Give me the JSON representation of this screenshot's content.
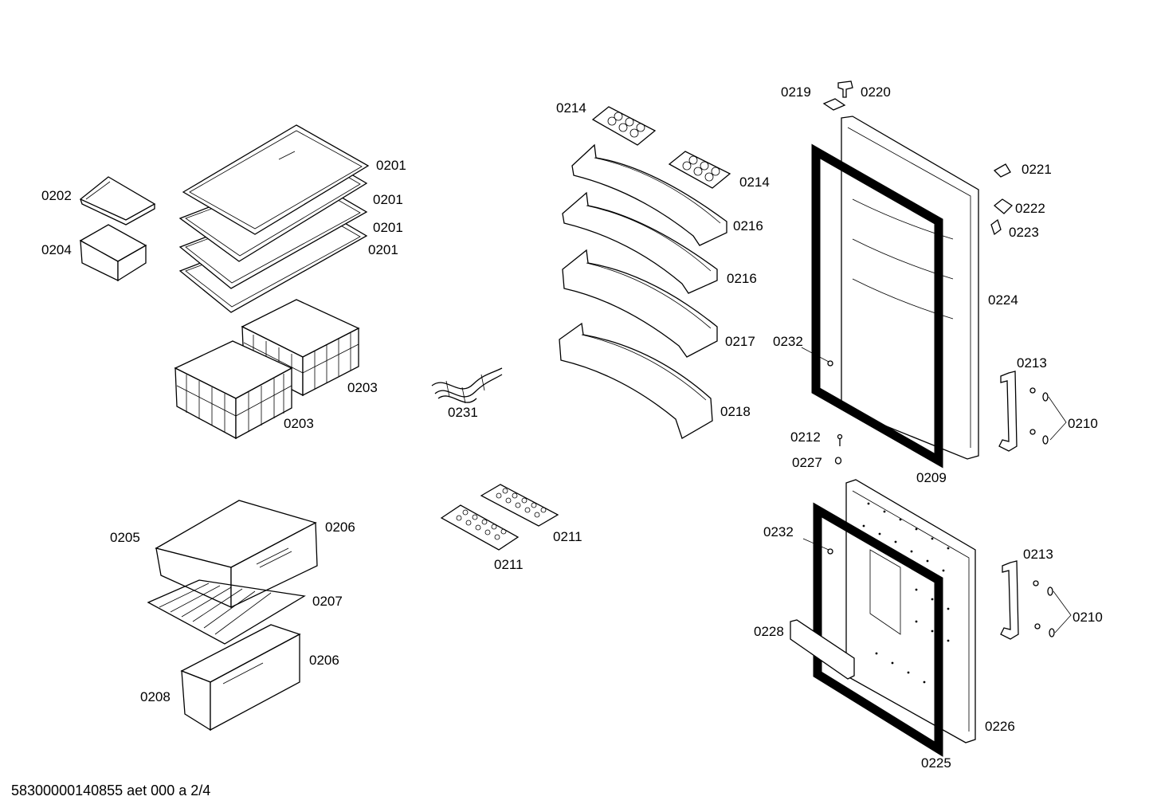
{
  "footer": "58300000140855 aet 000 a 2/4",
  "labels": {
    "p0201a": "0201",
    "p0201b": "0201",
    "p0201c": "0201",
    "p0201d": "0201",
    "p0202": "0202",
    "p0204": "0204",
    "p0203a": "0203",
    "p0203b": "0203",
    "p0231": "0231",
    "p0205": "0205",
    "p0206a": "0206",
    "p0207": "0207",
    "p0206b": "0206",
    "p0208": "0208",
    "p0211a": "0211",
    "p0211b": "0211",
    "p0214a": "0214",
    "p0214b": "0214",
    "p0216a": "0216",
    "p0216b": "0216",
    "p0217": "0217",
    "p0218": "0218",
    "p0219": "0219",
    "p0220": "0220",
    "p0221": "0221",
    "p0222": "0222",
    "p0223": "0223",
    "p0224": "0224",
    "p0232a": "0232",
    "p0213a": "0213",
    "p0210a": "0210",
    "p0212": "0212",
    "p0227": "0227",
    "p0209": "0209",
    "p0232b": "0232",
    "p0213b": "0213",
    "p0210b": "0210",
    "p0228": "0228",
    "p0226": "0226",
    "p0225": "0225"
  }
}
